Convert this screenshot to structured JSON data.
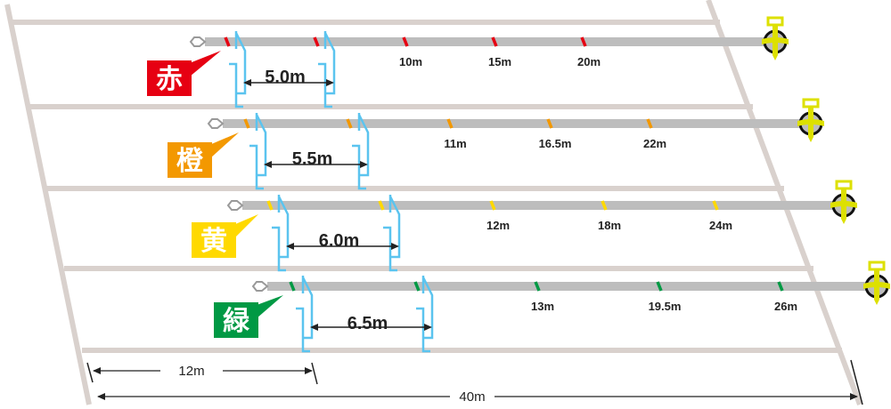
{
  "rows": [
    {
      "name": "red",
      "kanji": "赤",
      "color": "#e60012",
      "spacing": "5.0m",
      "marks": [
        "10m",
        "15m",
        "20m"
      ]
    },
    {
      "name": "orange",
      "kanji": "橙",
      "color": "#f39800",
      "spacing": "5.5m",
      "marks": [
        "11m",
        "16.5m",
        "22m"
      ]
    },
    {
      "name": "yellow",
      "kanji": "黄",
      "color": "#ffd900",
      "spacing": "6.0m",
      "marks": [
        "12m",
        "18m",
        "24m"
      ]
    },
    {
      "name": "green",
      "kanji": "緑",
      "color": "#009944",
      "spacing": "6.5m",
      "marks": [
        "13m",
        "19.5m",
        "26m"
      ]
    }
  ],
  "dimensions": {
    "short": "12m",
    "total": "40m"
  },
  "colors": {
    "lane": "#d9d1cd",
    "tape": "#bdbdbd",
    "bracket": "#5bc4ef",
    "stake": "#dde000"
  }
}
